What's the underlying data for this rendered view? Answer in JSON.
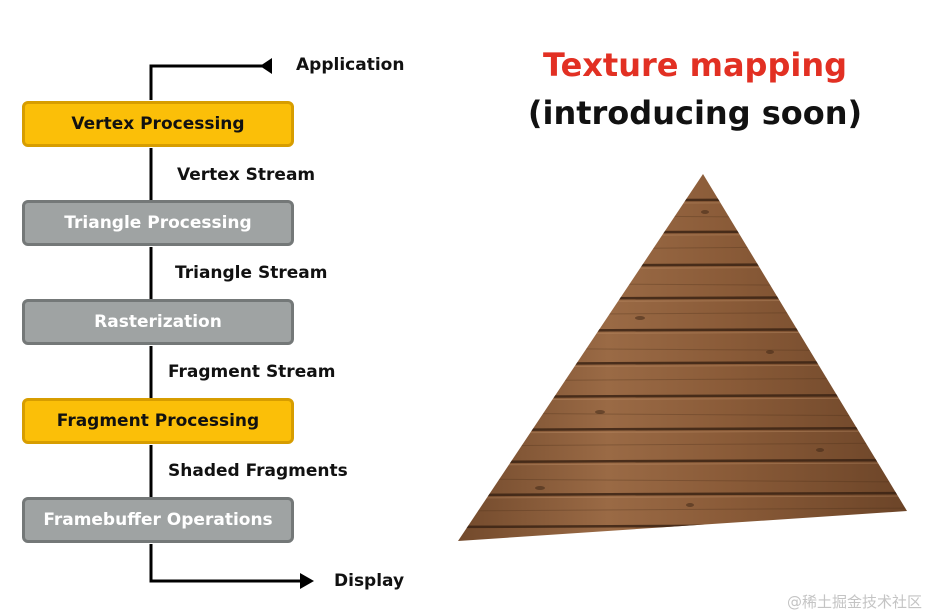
{
  "pipeline": {
    "top_label": "Application",
    "bottom_label": "Display",
    "stages": [
      {
        "label": "Vertex Processing",
        "style": "highlight"
      },
      {
        "label": "Triangle Processing",
        "style": "inactive"
      },
      {
        "label": "Rasterization",
        "style": "inactive"
      },
      {
        "label": "Fragment Processing",
        "style": "highlight"
      },
      {
        "label": "Framebuffer Operations",
        "style": "inactive"
      }
    ],
    "streams": [
      "Vertex Stream",
      "Triangle Stream",
      "Fragment Stream",
      "Shaded Fragments"
    ]
  },
  "heading": {
    "title": "Texture mapping",
    "subtitle": "(introducing soon)"
  },
  "watermark": "@稀土掘金技术社区",
  "colors": {
    "highlight": "#fbbf08",
    "inactive": "#9fa3a3",
    "title_red": "#e23023",
    "wood_light": "#9a6a45",
    "wood_dark": "#5b3a22"
  }
}
